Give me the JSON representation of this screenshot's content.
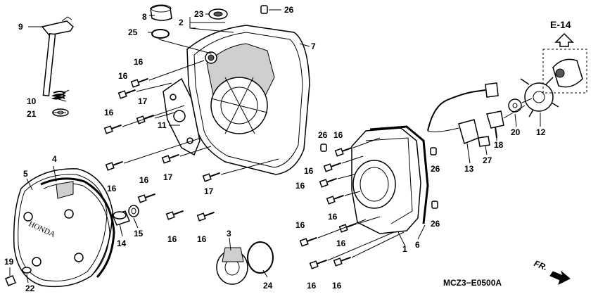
{
  "diagram_code": "MCZ3−E0500A",
  "reference": "E-14",
  "direction_marker": "FR.",
  "brand_text": "HONDA",
  "callouts": [
    {
      "key": "c1",
      "text": "1"
    },
    {
      "key": "c2",
      "text": "2"
    },
    {
      "key": "c3",
      "text": "3"
    },
    {
      "key": "c4",
      "text": "4"
    },
    {
      "key": "c5",
      "text": "5"
    },
    {
      "key": "c6",
      "text": "6"
    },
    {
      "key": "c7",
      "text": "7"
    },
    {
      "key": "c8",
      "text": "8"
    },
    {
      "key": "c9",
      "text": "9"
    },
    {
      "key": "c10",
      "text": "10"
    },
    {
      "key": "c11",
      "text": "11"
    },
    {
      "key": "c12",
      "text": "12"
    },
    {
      "key": "c13",
      "text": "13"
    },
    {
      "key": "c14",
      "text": "14"
    },
    {
      "key": "c15",
      "text": "15"
    },
    {
      "key": "c16",
      "text": "16"
    },
    {
      "key": "c17",
      "text": "17"
    },
    {
      "key": "c18",
      "text": "18"
    },
    {
      "key": "c19",
      "text": "19"
    },
    {
      "key": "c20",
      "text": "20"
    },
    {
      "key": "c21",
      "text": "21"
    },
    {
      "key": "c22",
      "text": "22"
    },
    {
      "key": "c23",
      "text": "23"
    },
    {
      "key": "c24",
      "text": "24"
    },
    {
      "key": "c25",
      "text": "25"
    },
    {
      "key": "c26",
      "text": "26"
    },
    {
      "key": "c27",
      "text": "27"
    }
  ]
}
